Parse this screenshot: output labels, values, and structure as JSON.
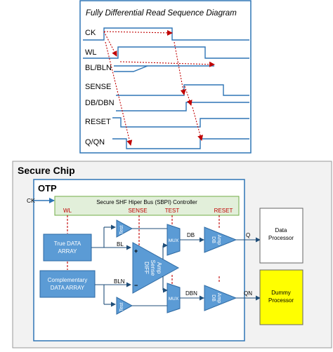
{
  "timing": {
    "title": "Fully Differential Read Sequence Diagram",
    "signals": [
      "CK",
      "WL",
      "BL/BLN",
      "SENSE",
      "DB/DBN",
      "RESET",
      "Q/QN"
    ]
  },
  "chip": {
    "title": "Secure Chip",
    "otp_label": "OTP",
    "ck_input": "CK",
    "controller": "Secure SHF Hiper Bus (SBPI) Controller",
    "ctrl_signals": {
      "wl": "WL",
      "sense": "SENSE",
      "test": "TEST",
      "reset": "RESET"
    },
    "true_array": [
      "True DATA",
      "ARRAY"
    ],
    "comp_array": [
      "Complementary",
      "DATA ARRAY"
    ],
    "bl": "BL",
    "bln": "BLN",
    "test_amp": "Test",
    "mux": "MUX",
    "sense_amp": [
      "DIFF",
      "Sense",
      "Amp"
    ],
    "plus": "+",
    "minus": "−",
    "db": "DB",
    "dbn": "DBN",
    "db_amp": [
      "DB",
      "Amp"
    ],
    "q": "Q",
    "qn": "QN",
    "data_processor": [
      "Data",
      "Processor"
    ],
    "dummy_processor": [
      "Dummy",
      "Processor"
    ]
  },
  "colors": {
    "amp_fill": "#5b9bd5",
    "amp_stroke": "#2e6aa3",
    "controller_fill": "#e2efda",
    "signal_red": "#c00000",
    "dummy_fill": "#ffff00",
    "chip_bg": "#f2f2f2"
  }
}
